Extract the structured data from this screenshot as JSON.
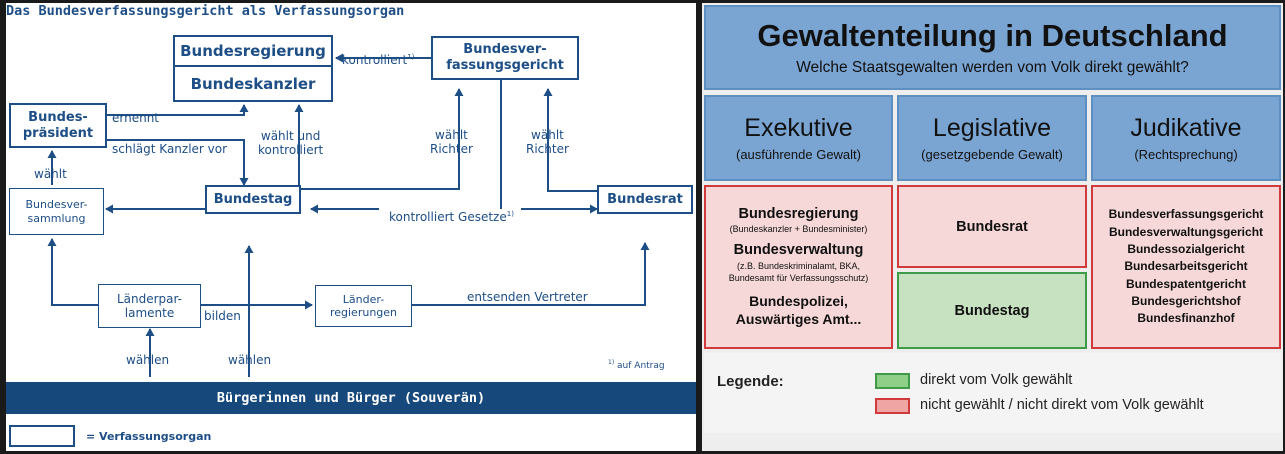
{
  "left_diagram": {
    "title": "Das Bundesverfassungsgericht als Verfassungsorgan",
    "nodes": {
      "bundesregierung": "Bundesregierung",
      "bundeskanzler": "Bundeskanzler",
      "bverfg": "Bundesver-\nfassungsgericht",
      "bundespraesident": "Bundes-\npräsident",
      "bundesversammlung": "Bundesver-\nsammlung",
      "bundestag": "Bundestag",
      "bundesrat": "Bundesrat",
      "laenderparlamente": "Länderpar-\nlamente",
      "laenderregierungen": "Länder-\nregierungen",
      "buerger": "Bürgerinnen und Bürger (Souverän)"
    },
    "edge_labels": {
      "kontrolliert": "kontrolliert",
      "ernennt": "ernennt",
      "schlaegt_kanzler_vor": "schlägt Kanzler vor",
      "waehlt_und_kontrolliert": "wählt und\nkontrolliert",
      "waehlt_richter_1": "wählt\nRichter",
      "waehlt_richter_2": "wählt\nRichter",
      "waehlt": "wählt",
      "kontrolliert_gesetze": "kontrolliert Gesetze",
      "bilden": "bilden",
      "entsenden_vertreter": "entsenden Vertreter",
      "waehlen_1": "wählen",
      "waehlen_2": "wählen"
    },
    "footnote_mark": "1)",
    "footnote": "auf Antrag",
    "legend": "= Verfassungsorgan"
  },
  "right_diagram": {
    "title": "Gewaltenteilung in Deutschland",
    "subtitle": "Welche Staatsgewalten werden vom Volk direkt gewählt?",
    "columns": [
      {
        "name": "Exekutive",
        "desc": "(ausführende Gewalt)"
      },
      {
        "name": "Legislative",
        "desc": "(gesetzgebende Gewalt)"
      },
      {
        "name": "Judikative",
        "desc": "(Rechtsprechung)"
      }
    ],
    "executive": {
      "item1": "Bundesregierung",
      "item1_sub": "(Bundeskanzler + Bundesminister)",
      "item2": "Bundesverwaltung",
      "item2_sub": "(z.B. Bundeskriminalamt, BKA,\nBundesamt für Verfassungsschutz)",
      "item3": "Bundespolizei,\nAuswärtiges Amt..."
    },
    "legislative": {
      "bundesrat": "Bundesrat",
      "bundestag": "Bundestag"
    },
    "judicative": [
      "Bundesverfassungsgericht",
      "Bundesverwaltungsgericht",
      "Bundessozialgericht",
      "Bundesarbeitsgericht",
      "Bundespatentgericht",
      "Bundesgerichtshof",
      "Bundesfinanzhof"
    ],
    "legend": {
      "label": "Legende:",
      "green": "direkt vom Volk gewählt",
      "red": "nicht gewählt / nicht direkt vom Volk gewählt"
    },
    "colors": {
      "header_blue": "#7aa4d2",
      "red_fill": "#f6d8d8",
      "red_border": "#d03a3a",
      "green_fill": "#c6e2c0",
      "green_border": "#3f9a4a"
    }
  }
}
